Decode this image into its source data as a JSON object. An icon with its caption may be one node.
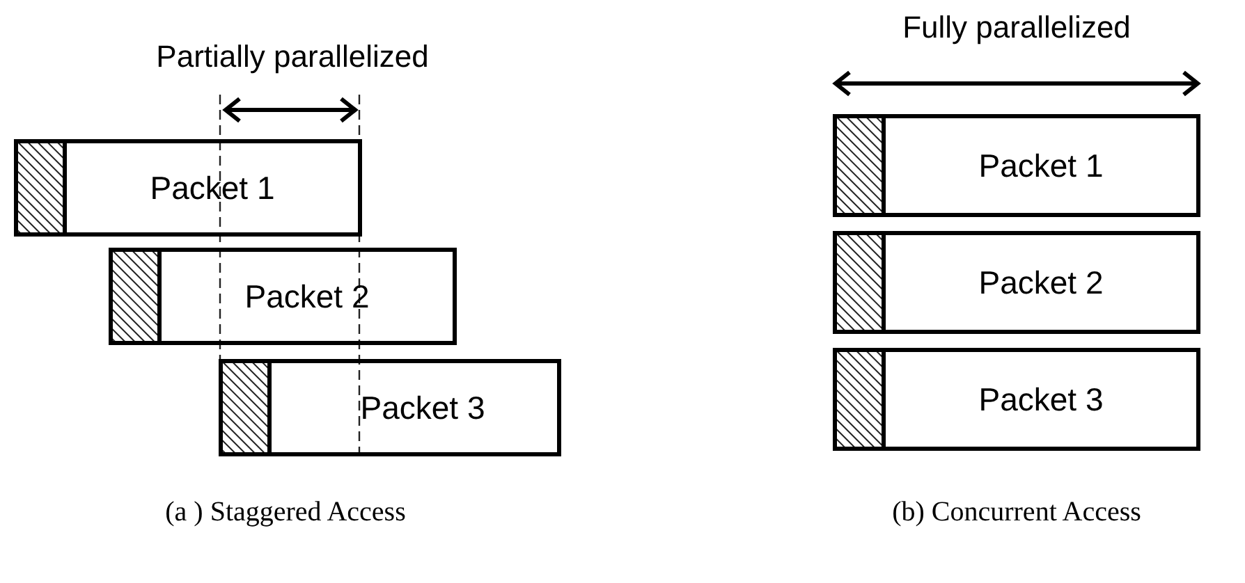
{
  "diagram": {
    "nodes": [
      {
        "text": [
          "Packet 1"
        ]
      },
      {
        "text": [
          "Packet 2"
        ]
      },
      {
        "text": [
          "Packet 3"
        ]
      },
      {
        "text": [
          "Packet 1"
        ]
      },
      {
        "text": [
          "Packet 2"
        ]
      },
      {
        "text": [
          "Packet 3"
        ]
      }
    ],
    "labels": [
      "Partially parallelized",
      "Fully parallelized",
      "(a ) Staggered Access",
      "(b) Concurrent Access"
    ]
  }
}
